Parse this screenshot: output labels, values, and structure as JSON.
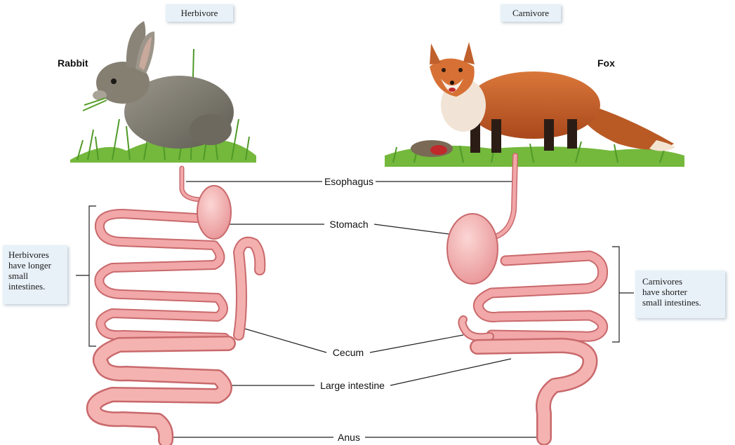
{
  "titles": {
    "left": "Herbivore",
    "right": "Carnivore"
  },
  "animals": {
    "left": "Rabbit",
    "right": "Fox"
  },
  "parts": {
    "esophagus": "Esophagus",
    "stomach": "Stomach",
    "cecum": "Cecum",
    "large_intestine": "Large intestine",
    "anus": "Anus"
  },
  "notes": {
    "left": [
      "Herbivores",
      "have longer",
      "small",
      "intestines."
    ],
    "right": [
      "Carnivores",
      "have shorter",
      "small intestines."
    ]
  },
  "colors": {
    "gut_fill": "#f2a7a8",
    "gut_edge": "#c9696c",
    "gut_light": "#f9c9c8",
    "grass": "#5aa02c",
    "rabbit_fur": "#7d7a70",
    "fox_fur": "#c8642a",
    "caption_bg": "#e8f1f8"
  }
}
